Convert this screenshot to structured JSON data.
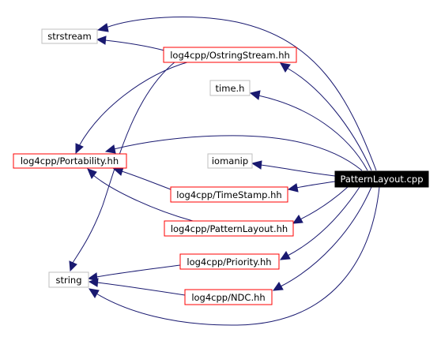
{
  "diagram": {
    "type": "include-dependency-graph",
    "root": "PatternLayout.cpp",
    "nodes": {
      "strstream": "strstream",
      "ostringstream": "log4cpp/OstringStream.hh",
      "time": "time.h",
      "portability": "log4cpp/Portability.hh",
      "iomanip": "iomanip",
      "patternlayout_cpp": "PatternLayout.cpp",
      "timestamp": "log4cpp/TimeStamp.hh",
      "patternlayout_hh": "log4cpp/PatternLayout.hh",
      "priority": "log4cpp/Priority.hh",
      "string": "string",
      "ndc": "log4cpp/NDC.hh"
    },
    "edges": [
      {
        "from": "PatternLayout.cpp",
        "to": "strstream"
      },
      {
        "from": "PatternLayout.cpp",
        "to": "log4cpp/OstringStream.hh"
      },
      {
        "from": "PatternLayout.cpp",
        "to": "time.h"
      },
      {
        "from": "PatternLayout.cpp",
        "to": "log4cpp/Portability.hh"
      },
      {
        "from": "PatternLayout.cpp",
        "to": "iomanip"
      },
      {
        "from": "PatternLayout.cpp",
        "to": "log4cpp/TimeStamp.hh"
      },
      {
        "from": "PatternLayout.cpp",
        "to": "log4cpp/PatternLayout.hh"
      },
      {
        "from": "PatternLayout.cpp",
        "to": "log4cpp/Priority.hh"
      },
      {
        "from": "PatternLayout.cpp",
        "to": "log4cpp/NDC.hh"
      },
      {
        "from": "PatternLayout.cpp",
        "to": "string"
      },
      {
        "from": "log4cpp/OstringStream.hh",
        "to": "strstream"
      },
      {
        "from": "log4cpp/OstringStream.hh",
        "to": "log4cpp/Portability.hh"
      },
      {
        "from": "log4cpp/OstringStream.hh",
        "to": "string"
      },
      {
        "from": "log4cpp/TimeStamp.hh",
        "to": "log4cpp/Portability.hh"
      },
      {
        "from": "log4cpp/PatternLayout.hh",
        "to": "log4cpp/Portability.hh"
      },
      {
        "from": "log4cpp/Priority.hh",
        "to": "string"
      },
      {
        "from": "log4cpp/NDC.hh",
        "to": "string"
      }
    ],
    "colors": {
      "edge": "#191970",
      "documented_border": "#ff0000",
      "external_border": "#bfbfbf",
      "root_fill": "#000000",
      "root_text": "#ffffff"
    }
  }
}
